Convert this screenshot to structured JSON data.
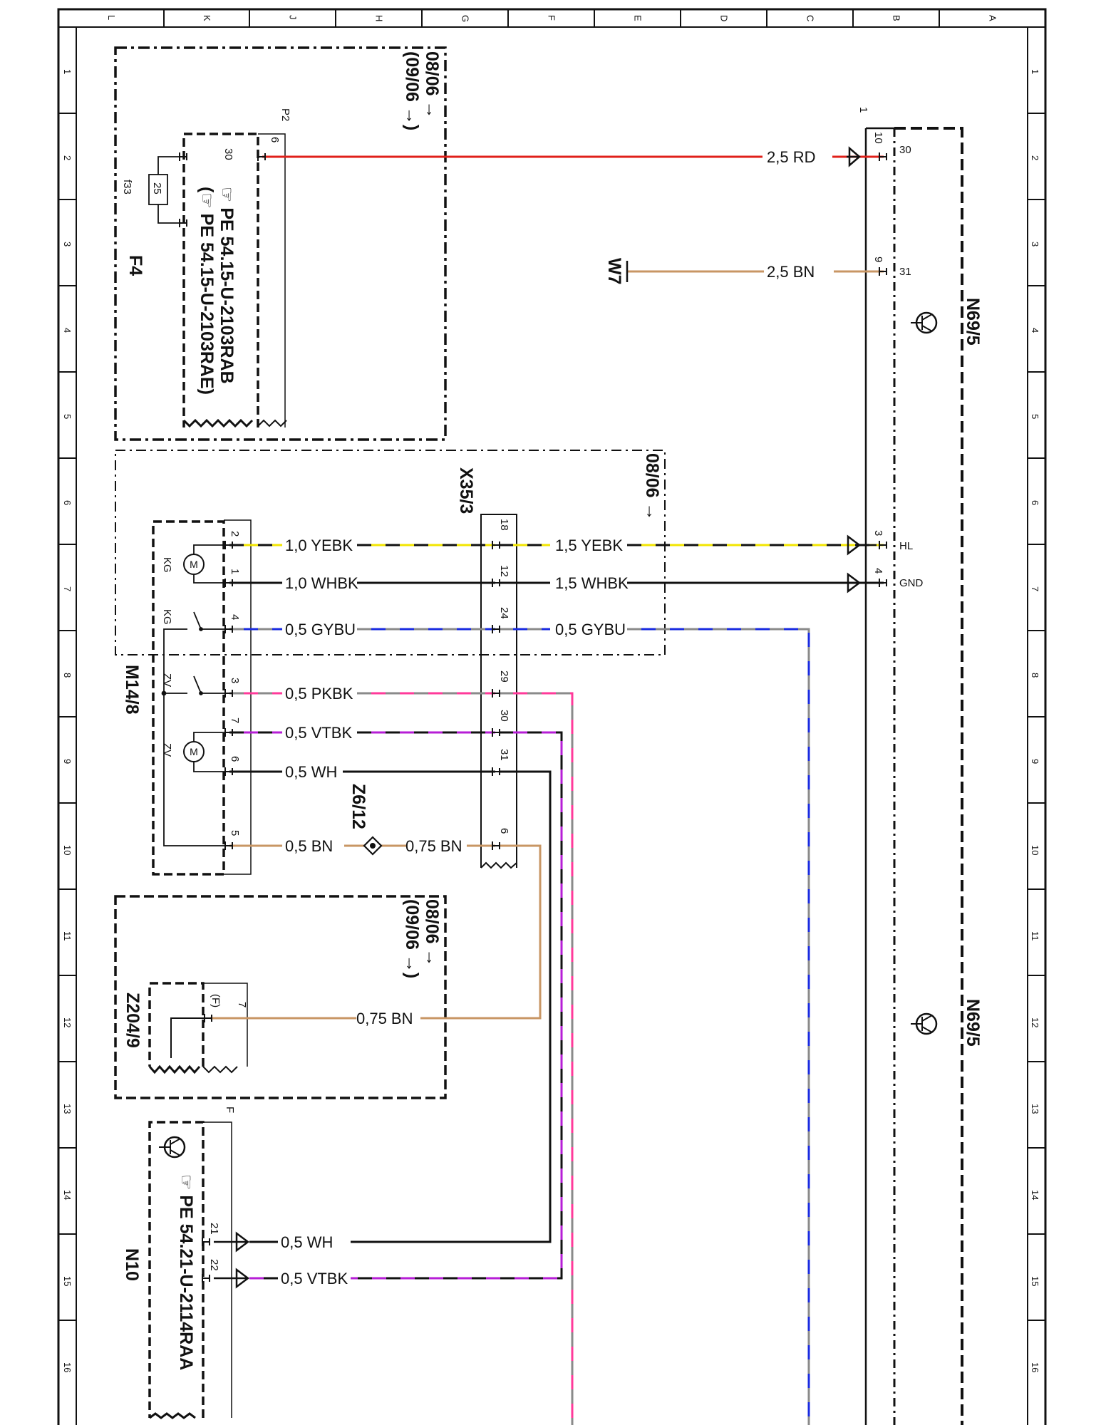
{
  "colors": {
    "RD": "#e0201a",
    "BN": "#c89664",
    "YE": "#f2e600",
    "BU": "#1a2be0",
    "GY": "#8a8a8a",
    "PK": "#ff3a9a",
    "VT": "#b61ed6",
    "WH": "#888888",
    "BK": "#111111"
  },
  "grid": {
    "letters": [
      "L",
      "K",
      "J",
      "H",
      "G",
      "F",
      "E",
      "D",
      "C",
      "B",
      "A"
    ],
    "numbers": [
      "1",
      "2",
      "3",
      "4",
      "5",
      "6",
      "7",
      "8",
      "9",
      "10",
      "11",
      "12",
      "13",
      "14",
      "15",
      "16"
    ]
  },
  "components": {
    "n69_top": "N69/5",
    "n69_bottom": "N69/5",
    "n69_plug": "1",
    "p2": "P2",
    "f4": "F4",
    "f33": "f33",
    "fuse_rating": "25",
    "w7": "W7",
    "x35": "X35/3",
    "m14": "M14/8",
    "z6": "Z6/12",
    "z204": "Z204/9",
    "n10": "N10",
    "n10_plug": "F",
    "m_symbol": "M",
    "kg": "KG",
    "zv": "ZV"
  },
  "validity": {
    "f4_line1": "08/06 →",
    "f4_line2": "(09/06 →)",
    "x35_line1": "08/06 →",
    "z204_line1": "08/06 →",
    "z204_line2": "(09/06 →)"
  },
  "doc_refs": {
    "f4_ref1": "☞ PE 54.15-U-2103RAB",
    "f4_ref2": "(☞ PE 54.15-U-2103RAE)",
    "n10_ref": "☞ PE 54.21-U-2114RAA"
  },
  "pins": {
    "n69_10": "10",
    "n69_30": "30",
    "n69_9": "9",
    "n69_31": "31",
    "n69_3": "3",
    "n69_hl": "HL",
    "n69_4": "4",
    "n69_gnd": "GND",
    "p2_6": "6",
    "p2_30": "30",
    "x_18": "18",
    "x_12": "12",
    "x_24": "24",
    "x_29": "29",
    "x_30": "30",
    "x_31": "31",
    "x_6": "6",
    "m_2": "2",
    "m_1": "1",
    "m_4": "4",
    "m_3": "3",
    "m_7": "7",
    "m_6": "6",
    "m_5": "5",
    "z_7": "7",
    "z_f": "(F)",
    "n10_21": "21",
    "n10_22": "22"
  },
  "wires": {
    "rd": "2,5 RD",
    "bn_w7": "2,5 BN",
    "yebk_r": "1,5 YEBK",
    "whbk_r": "1,5 WHBK",
    "gybu_r": "0,5 GYBU",
    "yebk_l": "1,0 YEBK",
    "whbk_l": "1,0 WHBK",
    "gybu_l": "0,5 GYBU",
    "pkbk": "0,5 PKBK",
    "vtbk": "0,5 VTBK",
    "wh": "0,5 WH",
    "bn_l": "0,5 BN",
    "bn_r": "0,75 BN",
    "bn_z": "0,75 BN",
    "wh_n10": "0,5 WH",
    "vtbk_n10": "0,5 VTBK"
  }
}
